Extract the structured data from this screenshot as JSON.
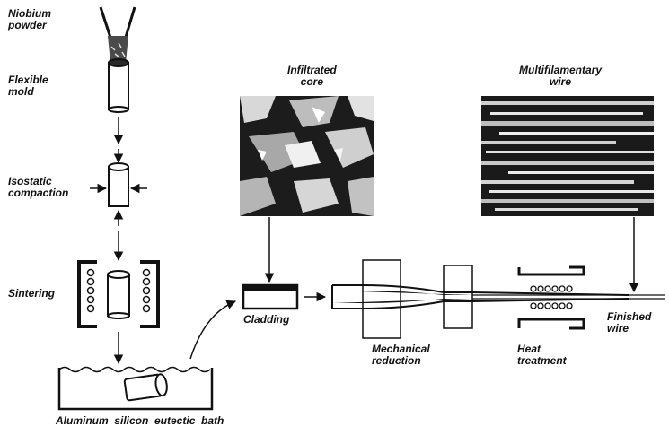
{
  "labels": {
    "niobium_powder": "Niobium\npowder",
    "flexible_mold": "Flexible\nmold",
    "isostatic_compaction": "Isostatic\ncompaction",
    "sintering": "Sintering",
    "aluminum_bath": "Aluminum  silicon  eutectic  bath",
    "cladding": "Cladding",
    "infiltrated_core": "Infiltrated\ncore",
    "multifilamentary_wire": "Multifilamentary\nwire",
    "mechanical_reduction": "Mechanical\nreduction",
    "heat_treatment": "Heat\ntreatment",
    "finished_wire": "Finished\nwire"
  },
  "colors": {
    "ink": "#111111",
    "photo_dark": "#1a1a1a",
    "photo_light": "#e8e8e8"
  }
}
